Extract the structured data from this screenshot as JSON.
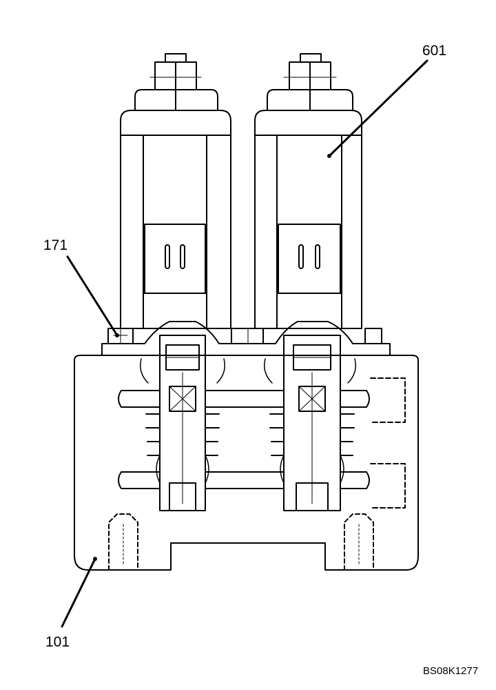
{
  "figure": {
    "reference_code": "BS08K1277"
  },
  "callouts": [
    {
      "id": "solenoid",
      "text": "601"
    },
    {
      "id": "bolt",
      "text": "171"
    },
    {
      "id": "body",
      "text": "101"
    }
  ],
  "colors": {
    "line": "#000000",
    "background": "#ffffff"
  }
}
